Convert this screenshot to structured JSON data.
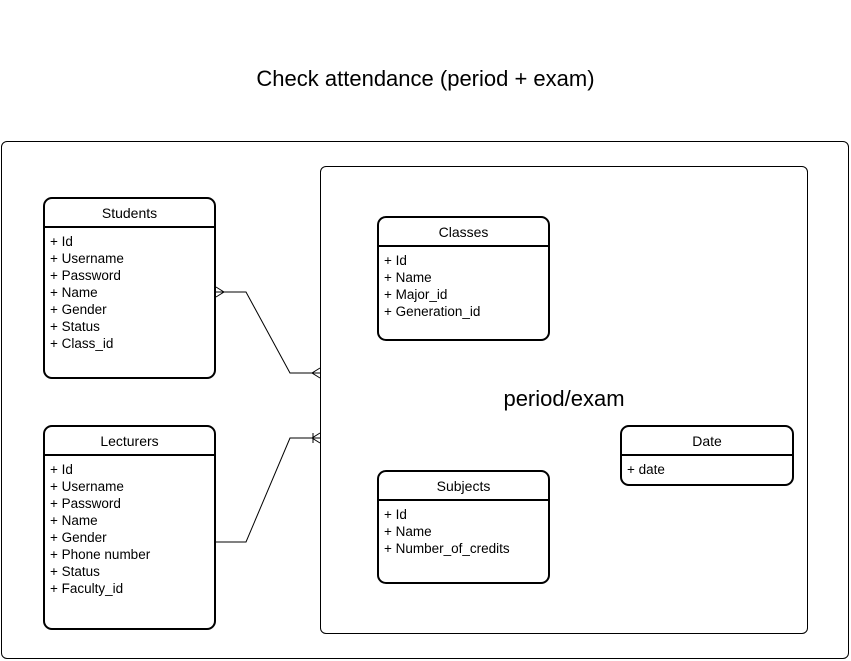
{
  "title": "Check attendance (period + exam)",
  "group_label": "period/exam",
  "entities": {
    "students": {
      "name": "Students",
      "attrs": [
        "+ Id",
        "+ Username",
        "+ Password",
        "+ Name",
        "+ Gender",
        "+ Status",
        "+ Class_id"
      ]
    },
    "lecturers": {
      "name": "Lecturers",
      "attrs": [
        "+ Id",
        "+ Username",
        "+ Password",
        "+ Name",
        "+ Gender",
        "+ Phone number",
        "+ Status",
        "+ Faculty_id"
      ]
    },
    "classes": {
      "name": "Classes",
      "attrs": [
        "+ Id",
        "+ Name",
        "+ Major_id",
        "+ Generation_id"
      ]
    },
    "subjects": {
      "name": "Subjects",
      "attrs": [
        "+ Id",
        "+ Name",
        "+ Number_of_credits"
      ]
    },
    "date": {
      "name": "Date",
      "attrs": [
        "+ date"
      ]
    }
  },
  "relationships": [
    {
      "from": "Students",
      "to": "period/exam",
      "from_end": "many",
      "to_end": "many"
    },
    {
      "from": "Lecturers",
      "to": "period/exam",
      "from_end": "one",
      "to_end": "one-or-many"
    }
  ]
}
